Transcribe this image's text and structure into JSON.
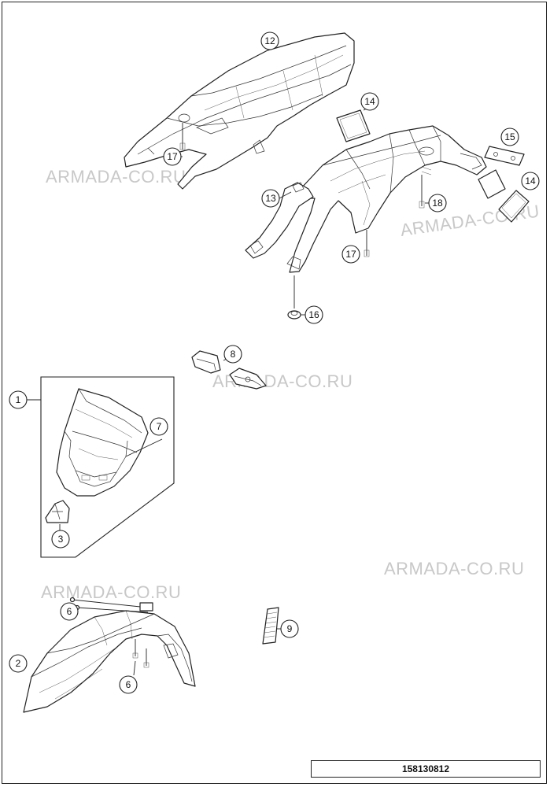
{
  "callouts": [
    {
      "id": "c12a",
      "label": "12"
    },
    {
      "id": "c14a",
      "label": "14"
    },
    {
      "id": "c17a",
      "label": "17"
    },
    {
      "id": "c13",
      "label": "13"
    },
    {
      "id": "c15",
      "label": "15"
    },
    {
      "id": "c14b",
      "label": "14"
    },
    {
      "id": "c18",
      "label": "18"
    },
    {
      "id": "c17b",
      "label": "17"
    },
    {
      "id": "c16",
      "label": "16"
    },
    {
      "id": "c8",
      "label": "8"
    },
    {
      "id": "c1",
      "label": "1"
    },
    {
      "id": "c7",
      "label": "7"
    },
    {
      "id": "c3",
      "label": "3"
    },
    {
      "id": "c6a",
      "label": "6"
    },
    {
      "id": "c2",
      "label": "2"
    },
    {
      "id": "c6b",
      "label": "6"
    },
    {
      "id": "c9",
      "label": "9"
    }
  ],
  "watermarks": [
    "ARMADA-CO.RU",
    "ARMADA-CO.RU",
    "ARMADA-CO.RU",
    "ARMADA-CO.RU",
    "ARMADA-CO.RU"
  ],
  "reference_number": "158130812"
}
